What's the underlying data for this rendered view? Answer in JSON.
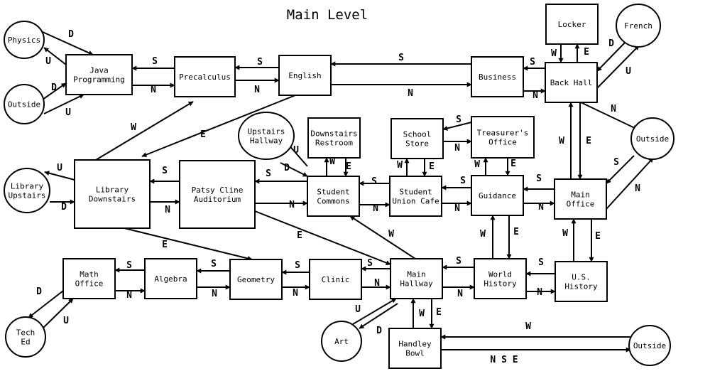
{
  "title": "Main Level",
  "nodes": {
    "physics": {
      "label": [
        "Physics"
      ]
    },
    "outside_nw": {
      "label": [
        "Outside"
      ]
    },
    "java": {
      "label": [
        "Java",
        "Programming"
      ]
    },
    "precalculus": {
      "label": [
        "Precalculus"
      ]
    },
    "english": {
      "label": [
        "English"
      ]
    },
    "business": {
      "label": [
        "Business"
      ]
    },
    "locker": {
      "label": [
        "Locker"
      ]
    },
    "french": {
      "label": [
        "French"
      ]
    },
    "back_hall": {
      "label": [
        "Back Hall"
      ]
    },
    "outside_e": {
      "label": [
        "Outside"
      ]
    },
    "upstairs_hallway": {
      "label": [
        "Upstairs",
        "Hallway"
      ]
    },
    "downstairs_restroom": {
      "label": [
        "Downstairs",
        "Restroom"
      ]
    },
    "school_store": {
      "label": [
        "School",
        "Store"
      ]
    },
    "treasurers_office": {
      "label": [
        "Treasurer's",
        "Office"
      ]
    },
    "library_upstairs": {
      "label": [
        "Library",
        "Upstairs"
      ]
    },
    "library_downstairs": {
      "label": [
        "Library",
        "Downstairs"
      ]
    },
    "patsy_cline": {
      "label": [
        "Patsy Cline",
        "Auditorium"
      ]
    },
    "student_commons": {
      "label": [
        "Student",
        "Commons"
      ]
    },
    "student_union_cafe": {
      "label": [
        "Student",
        "Union Cafe"
      ]
    },
    "guidance": {
      "label": [
        "Guidance"
      ]
    },
    "main_office": {
      "label": [
        "Main",
        "Office"
      ]
    },
    "math_office": {
      "label": [
        "Math",
        "Office"
      ]
    },
    "algebra": {
      "label": [
        "Algebra"
      ]
    },
    "geometry": {
      "label": [
        "Geometry"
      ]
    },
    "clinic": {
      "label": [
        "Clinic"
      ]
    },
    "main_hallway": {
      "label": [
        "Main",
        "Hallway"
      ]
    },
    "world_history": {
      "label": [
        "World",
        "History"
      ]
    },
    "us_history": {
      "label": [
        "U.S.",
        "History"
      ]
    },
    "tech_ed": {
      "label": [
        "Tech",
        "Ed"
      ]
    },
    "art": {
      "label": [
        "Art"
      ]
    },
    "handley_bowl": {
      "label": [
        "Handley",
        "Bowl"
      ]
    },
    "outside_s": {
      "label": [
        "Outside"
      ]
    }
  },
  "edge_labels": {
    "physics_java": "D",
    "java_physics": "U",
    "outside_java": "D",
    "java_outside": "U",
    "java_precalc": "N",
    "precalc_java": "S",
    "precalc_english": "N",
    "english_precalc": "S",
    "english_business": "N",
    "business_english": "S",
    "business_backhall": "N",
    "backhall_business": "S",
    "backhall_locker": "E",
    "locker_backhall": "W",
    "backhall_french": "U",
    "french_backhall": "D",
    "backhall_outside": "N",
    "outside_mainoffice": "S",
    "mainoffice_outside": "N",
    "backhall_mainoffice": "E",
    "mainoffice_backhall": "W",
    "english_libdown": "E",
    "libdown_precalc": "W",
    "libdown_libup": "U",
    "libup_libdown": "D",
    "libdown_patsy": "N",
    "patsy_libdown": "S",
    "patsy_commons": "N",
    "commons_patsy": "S",
    "upstairs_commons": "D",
    "commons_upstairs": "U",
    "commons_restroom": "E",
    "restroom_commons": "W",
    "commons_cafe": "N",
    "cafe_commons": "S",
    "cafe_store": "W",
    "store_cafe": "E",
    "store_treasurer": "N",
    "treasurer_store": "S",
    "guidance_treasurer": "W",
    "treasurer_guidance": "E",
    "cafe_guidance": "N",
    "guidance_cafe": "S",
    "guidance_mainoffice": "N",
    "mainoffice_guidance": "S",
    "mainoffice_ushistory": "E",
    "ushistory_mainoffice": "W",
    "guidance_worldhistory": "E",
    "worldhistory_guidance": "W",
    "worldhistory_ushistory": "N",
    "ushistory_worldhistory": "S",
    "mainhallway_worldhistory": "N",
    "worldhistory_mainhallway": "S",
    "mainhallway_commons": "W",
    "patsy_mainhallway": "E",
    "libdown_geometry": "E",
    "clinic_mainhallway": "N",
    "mainhallway_clinic": "S",
    "geometry_clinic": "N",
    "clinic_geometry": "S",
    "algebra_geometry": "N",
    "geometry_algebra": "S",
    "math_algebra": "N",
    "algebra_math": "S",
    "math_teched": "D",
    "teched_math": "U",
    "art_mainhallway": "U",
    "mainhallway_art": "D",
    "mainhallway_handley": "E",
    "handley_mainhallway": "W",
    "outside_handley": "W",
    "handley_outside": "N S E"
  }
}
